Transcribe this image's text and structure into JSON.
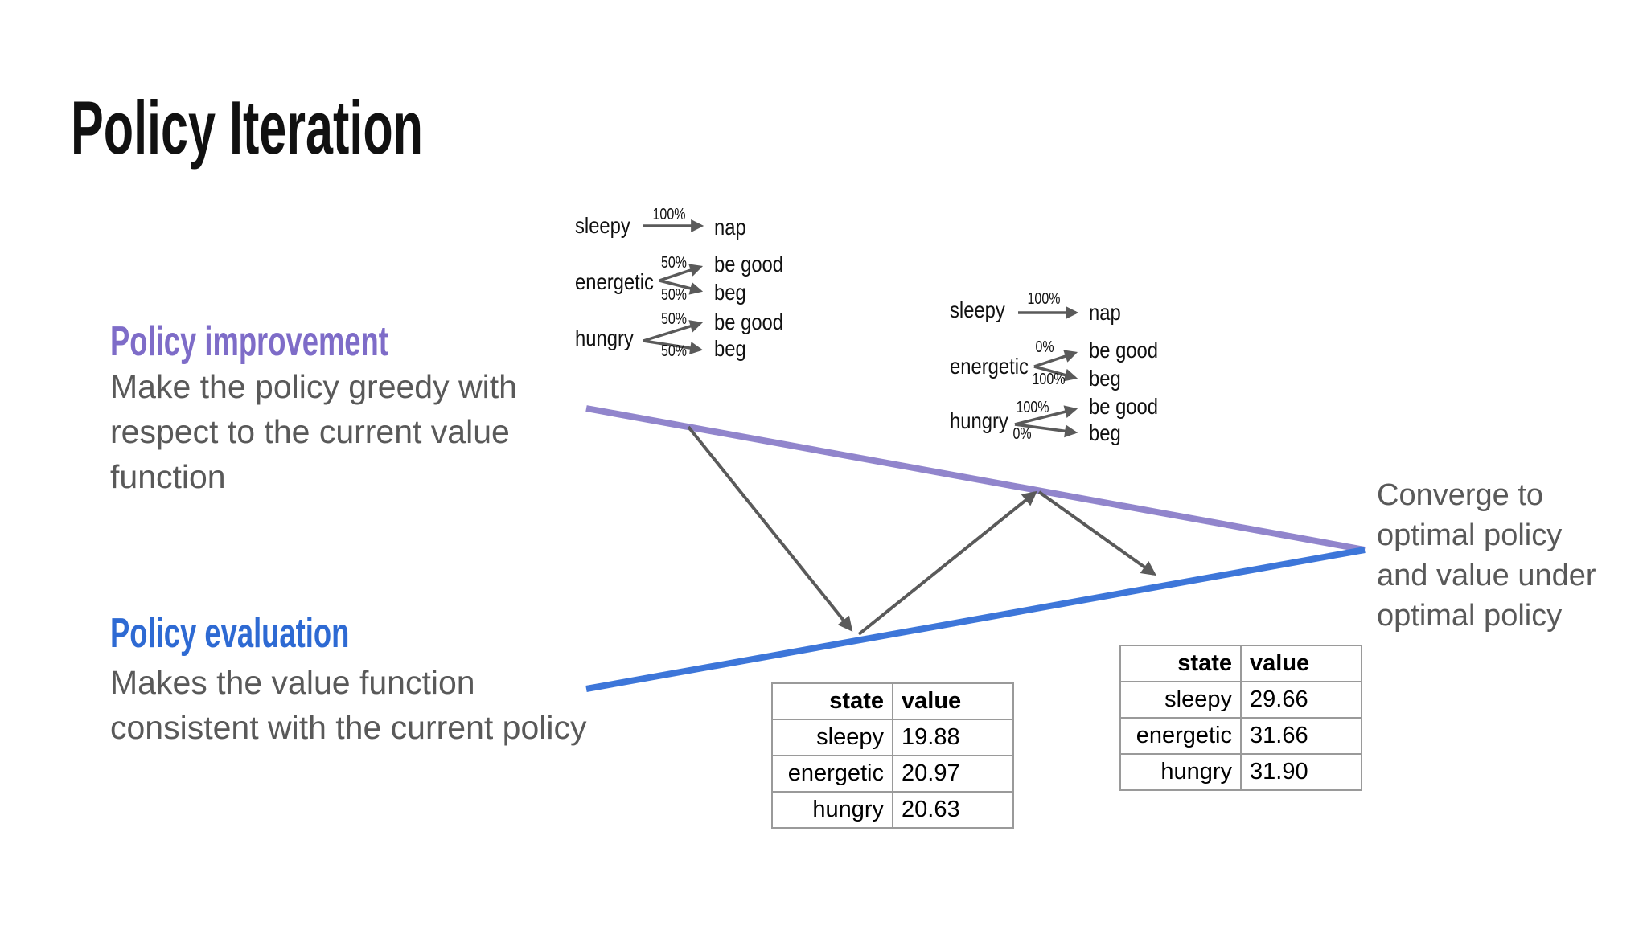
{
  "slide": {
    "title": "Policy Iteration"
  },
  "improvement": {
    "heading": "Policy improvement",
    "lines": [
      "Make the policy greedy with",
      "respect to the current value",
      "function"
    ]
  },
  "evaluation": {
    "heading": "Policy evaluation",
    "lines": [
      "Makes the value function",
      "consistent with the current policy"
    ]
  },
  "converge": {
    "lines": [
      "Converge to",
      "optimal policy",
      "and value under",
      "optimal policy"
    ]
  },
  "policy_initial": {
    "sleepy": {
      "state": "sleepy",
      "p1": "100%",
      "a1": "nap"
    },
    "energetic": {
      "state": "energetic",
      "p1": "50%",
      "a1": "be good",
      "p2": "50%",
      "a2": "beg"
    },
    "hungry": {
      "state": "hungry",
      "p1": "50%",
      "a1": "be good",
      "p2": "50%",
      "a2": "beg"
    }
  },
  "policy_improved": {
    "sleepy": {
      "state": "sleepy",
      "p1": "100%",
      "a1": "nap"
    },
    "energetic": {
      "state": "energetic",
      "p1": "0%",
      "a1": "be good",
      "p2": "100%",
      "a2": "beg"
    },
    "hungry": {
      "state": "hungry",
      "p1": "100%",
      "a1": "be good",
      "p2": "0%",
      "a2": "beg"
    }
  },
  "value_table_1": {
    "headers": [
      "state",
      "value"
    ],
    "rows": [
      [
        "sleepy",
        "19.88"
      ],
      [
        "energetic",
        "20.97"
      ],
      [
        "hungry",
        "20.63"
      ]
    ]
  },
  "value_table_2": {
    "headers": [
      "state",
      "value"
    ],
    "rows": [
      [
        "sleepy",
        "29.66"
      ],
      [
        "energetic",
        "31.66"
      ],
      [
        "hungry",
        "31.90"
      ]
    ]
  },
  "colors": {
    "improvement_accent": "#7e6cc8",
    "evaluation_accent": "#2e6ad3",
    "improvement_line": "#9185cc",
    "evaluation_line": "#3d76d9",
    "arrow_gray": "#5a5a5a",
    "body_text": "#595959",
    "table_border": "#9a9a9a"
  }
}
